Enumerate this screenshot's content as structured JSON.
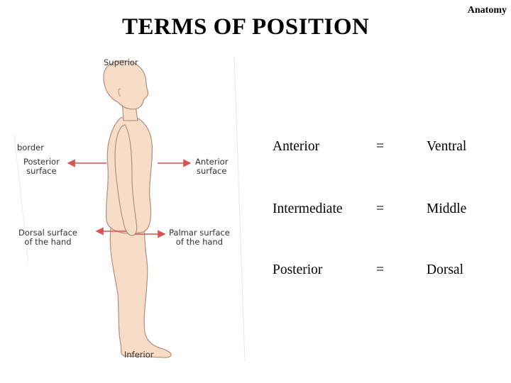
{
  "header": {
    "title": "TERMS OF POSITION",
    "subject": "Anatomy"
  },
  "figure": {
    "labels": {
      "superior": "Superior",
      "inferior": "Inferior",
      "border": "border",
      "posterior_surface_1": "Posterior",
      "posterior_surface_2": "surface",
      "anterior_surface_1": "Anterior",
      "anterior_surface_2": "surface",
      "dorsal_hand_1": "Dorsal surface",
      "dorsal_hand_2": "of the hand",
      "palmar_hand_1": "Palmar surface",
      "palmar_hand_2": "of the hand"
    },
    "colors": {
      "skin": "#f7dcc8",
      "outline": "#b89583",
      "arrow": "#d9534f"
    }
  },
  "terms": [
    {
      "term": "Anterior",
      "eq": "=",
      "synonym": "Ventral"
    },
    {
      "term": "Intermediate",
      "eq": "=",
      "synonym": "Middle"
    },
    {
      "term": "Posterior",
      "eq": "=",
      "synonym": "Dorsal"
    }
  ]
}
